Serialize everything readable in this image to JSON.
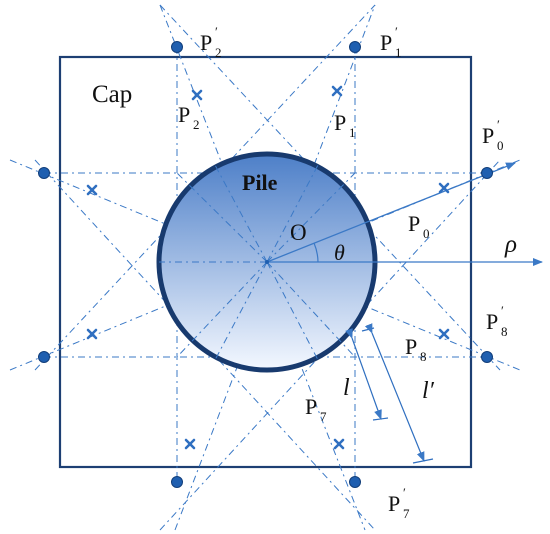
{
  "diagram": {
    "cap_label": "Cap",
    "pile_label": "Pile",
    "origin_label": "O",
    "theta_label": "θ",
    "rho_label": "ρ",
    "l_label": "l",
    "l_prime_label": "l′",
    "points_inner": [
      {
        "name": "P",
        "sub": "0"
      },
      {
        "name": "P",
        "sub": "1"
      },
      {
        "name": "P",
        "sub": "2"
      },
      {
        "name": "P",
        "sub": "7"
      },
      {
        "name": "P",
        "sub": "8"
      }
    ],
    "points_outer": [
      {
        "name": "P",
        "sub": "0",
        "prime": "′"
      },
      {
        "name": "P",
        "sub": "1",
        "prime": "′"
      },
      {
        "name": "P",
        "sub": "2",
        "prime": "′"
      },
      {
        "name": "P",
        "sub": "7",
        "prime": "′"
      },
      {
        "name": "P",
        "sub": "8",
        "prime": "′"
      }
    ],
    "colors": {
      "cap_border": "#1d3f73",
      "pile_border": "#183a6e",
      "pile_fill_top": "#4d7fc8",
      "pile_fill_bottom": "#ffffff",
      "ray": "#3b79c6",
      "marker": "#1f5fb0"
    }
  }
}
